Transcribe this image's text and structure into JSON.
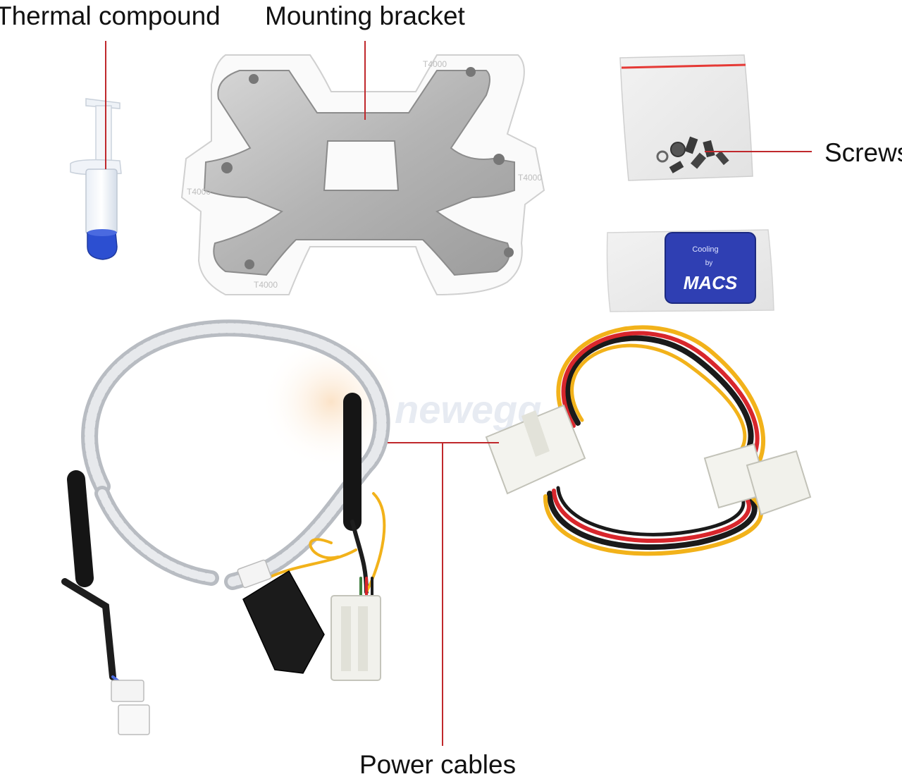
{
  "labels": {
    "thermal_compound": "Thermal compound",
    "mounting_bracket": "Mounting bracket",
    "screws": "Screws",
    "power_cables": "Power cables"
  },
  "bracket_print": "T4000",
  "badge": {
    "line1": "Cooling",
    "line2": "by",
    "brand": "MACS"
  },
  "watermark": "newegg",
  "colors": {
    "leader_line": "#c0282c",
    "bag_seal": "#e53935",
    "badge_blue": "#2f3fb3",
    "cable_red": "#d8262c",
    "cable_yellow": "#f2b21a",
    "cable_black": "#1a1a1a",
    "syringe_cap": "#2c4fd1"
  }
}
